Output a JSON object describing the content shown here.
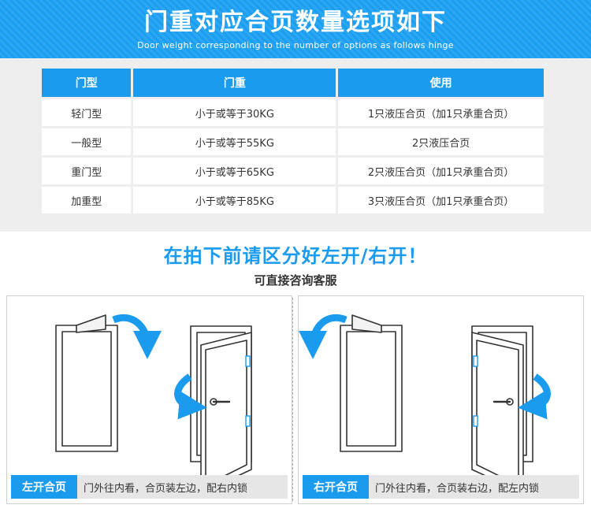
{
  "banner": {
    "title": "门重对应合页数量选项如下",
    "subtitle": "Door weight corresponding to the number of options as follows hinge"
  },
  "table": {
    "headers": [
      "门型",
      "门重",
      "使用"
    ],
    "rows": [
      [
        "轻门型",
        "小于或等于30KG",
        "1只液压合页（加1只承重合页）"
      ],
      [
        "一般型",
        "小于或等于55KG",
        "2只液压合页"
      ],
      [
        "重门型",
        "小于或等于65KG",
        "2只液压合页（加1只承重合页）"
      ],
      [
        "加重型",
        "小于或等于85KG",
        "3只液压合页（加1只承重合页）"
      ]
    ]
  },
  "notice": "在拍下前请区分好左开/右开！",
  "consult": "可直接咨询客服",
  "panels": {
    "left": {
      "tag": "左开合页",
      "text": "门外往内看，合页装左边，配右内锁"
    },
    "right": {
      "tag": "右开合页",
      "text": "门外往内看，合页装右边，配左内锁"
    }
  },
  "colors": {
    "accent": "#1a9bee",
    "section_bg": "#eeeeee",
    "caption_bg": "#e6e6e6",
    "door_line": "#333333"
  },
  "icons": [
    "door-icon",
    "curved-arrow-icon",
    "door-handle-icon",
    "hinge-icon"
  ]
}
